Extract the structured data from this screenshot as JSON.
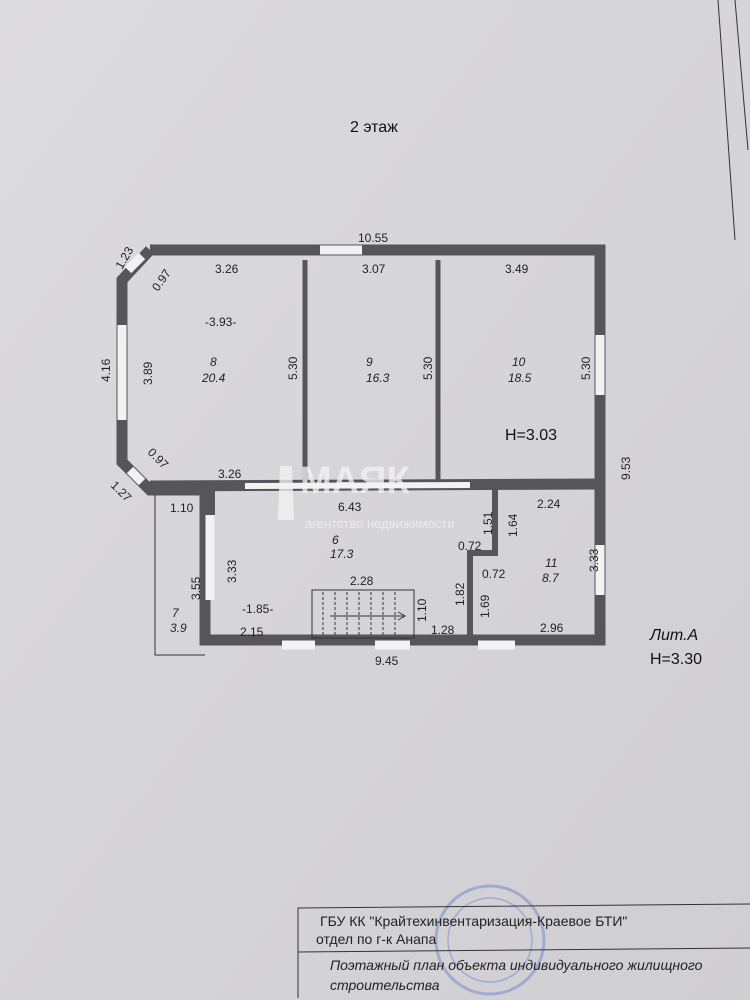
{
  "floor_title": "2 этаж",
  "height_rooms": "H=3.03",
  "litera": "Лит.А",
  "height_total": "H=3.30",
  "watermark": {
    "brand": "МАЯК",
    "subtitle": "агентство недвижимости"
  },
  "rooms": [
    {
      "number": "8",
      "area": "20.4"
    },
    {
      "number": "9",
      "area": "16.3"
    },
    {
      "number": "10",
      "area": "18.5"
    },
    {
      "number": "6",
      "area": "17.3"
    },
    {
      "number": "7",
      "area": "3.9"
    },
    {
      "number": "11",
      "area": "8.7"
    }
  ],
  "dimensions": {
    "top_total": "10.55",
    "r8_top": "3.26",
    "r9_top": "3.07",
    "r10_top": "3.49",
    "r8_inner": "-3.93-",
    "r8_left": "3.89",
    "outer_left": "4.16",
    "bay_top": "1.23",
    "bay_top_inner": "0.97",
    "bay_bottom": "1.27",
    "bay_bottom_inner": "0.97",
    "r8_height": "5.30",
    "r9_height": "5.30",
    "r10_height": "5.30",
    "right_total": "9.53",
    "r8_bottom": "3.26",
    "r6_top": "6.43",
    "r7_top": "1.10",
    "r7_left": "3.55",
    "r6_left": "3.33",
    "r11_top": "2.24",
    "door_1": "1.51",
    "door_2": "1.64",
    "step_1": "0.72",
    "step_2": "0.72",
    "r11_right": "3.33",
    "stair_width": "2.28",
    "stair_len": "1.10",
    "r6_depth": "-1.85-",
    "r6_bottom_left": "2.15",
    "r6_bottom_right": "1.28",
    "wall_1": "1.82",
    "wall_2": "1.69",
    "r11_bottom": "2.96",
    "bottom_total": "9.45"
  },
  "title_block": {
    "org": "ГБУ КК \"Крайтехинвентаризация-Краевое БТИ\"",
    "dept": "отдел по г-к Анапа",
    "doc": "Поэтажный план объекта индивидуального жилищного",
    "doc_cont": "строительства"
  }
}
